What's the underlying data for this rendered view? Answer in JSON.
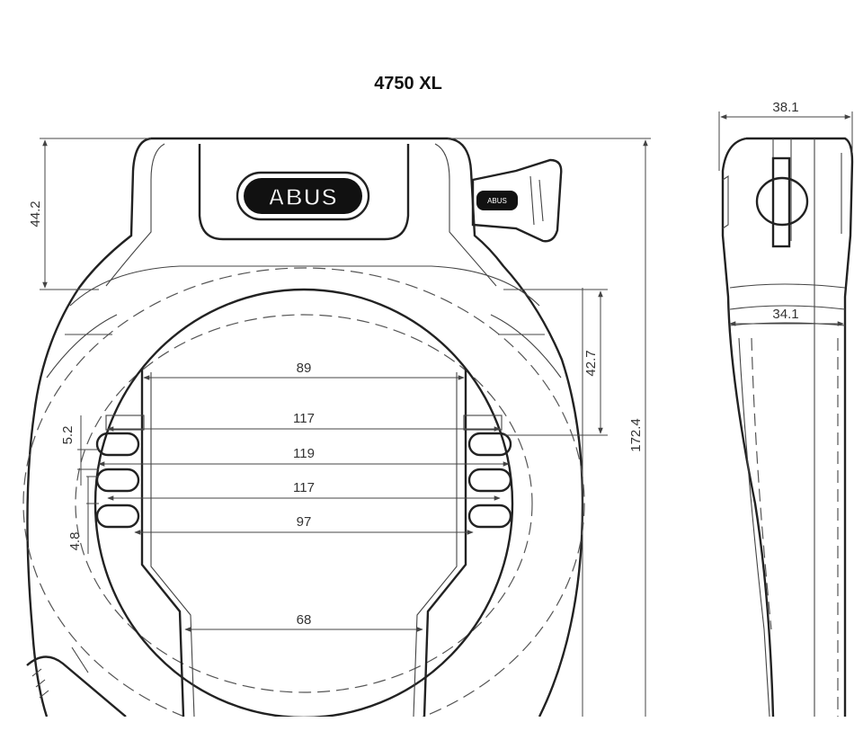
{
  "title": "4750 XL",
  "brand": "ABUS",
  "key_label": "ABUS",
  "dimensions": {
    "side_width": "38.1",
    "height_top": "44.2",
    "side_lower_width": "34.1",
    "inner_depth": "42.7",
    "total_height": "172.4",
    "w89": "89",
    "w117_top": "117",
    "w119": "119",
    "w117_bottom": "117",
    "w97": "97",
    "w68": "68",
    "slot_52": "5.2",
    "slot_48": "4.8"
  },
  "colors": {
    "line": "#222222",
    "background": "#ffffff"
  }
}
